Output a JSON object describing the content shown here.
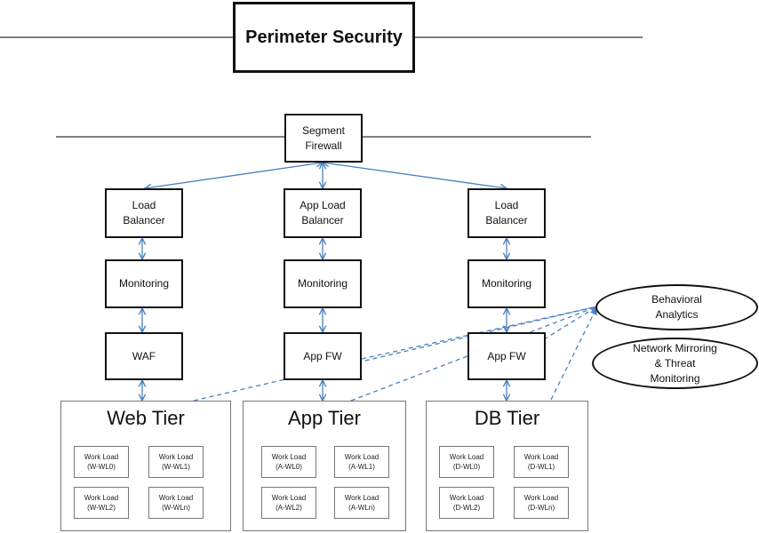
{
  "perimeter": {
    "label": "Perimeter Security"
  },
  "segment_firewall": {
    "line1": "Segment",
    "line2": "Firewall"
  },
  "columns": [
    {
      "lb_line1": "Load",
      "lb_line2": "Balancer",
      "monitoring": "Monitoring",
      "fw": "WAF"
    },
    {
      "lb_line1": "App Load",
      "lb_line2": "Balancer",
      "monitoring": "Monitoring",
      "fw": "App FW"
    },
    {
      "lb_line1": "Load",
      "lb_line2": "Balancer",
      "monitoring": "Monitoring",
      "fw": "App FW"
    }
  ],
  "analytics": {
    "behavioral": {
      "line1": "Behavioral",
      "line2": "Analytics"
    },
    "network": {
      "line1": "Network Mirroring",
      "line2": "& Threat",
      "line3": "Monitoring"
    }
  },
  "tiers": [
    {
      "title": "Web Tier",
      "workloads": [
        {
          "line1": "Work Load",
          "line2": "(W-WL0)"
        },
        {
          "line1": "Work Load",
          "line2": "(W-WL1)"
        },
        {
          "line1": "Work Load",
          "line2": "(W-WL2)"
        },
        {
          "line1": "Work Load",
          "line2": "(W-WLn)"
        }
      ]
    },
    {
      "title": "App Tier",
      "workloads": [
        {
          "line1": "Work Load",
          "line2": "(A-WL0)"
        },
        {
          "line1": "Work Load",
          "line2": "(A-WL1)"
        },
        {
          "line1": "Work Load",
          "line2": "(A-WL2)"
        },
        {
          "line1": "Work Load",
          "line2": "(A-WLn)"
        }
      ]
    },
    {
      "title": "DB Tier",
      "workloads": [
        {
          "line1": "Work Load",
          "line2": "(D-WL0)"
        },
        {
          "line1": "Work Load",
          "line2": "(D-WL1)"
        },
        {
          "line1": "Work Load",
          "line2": "(D-WL2)"
        },
        {
          "line1": "Work Load",
          "line2": "(D-WLn)"
        }
      ]
    }
  ],
  "colors": {
    "connector": "#4a7fc1",
    "border": "#111111",
    "line": "#555555"
  }
}
